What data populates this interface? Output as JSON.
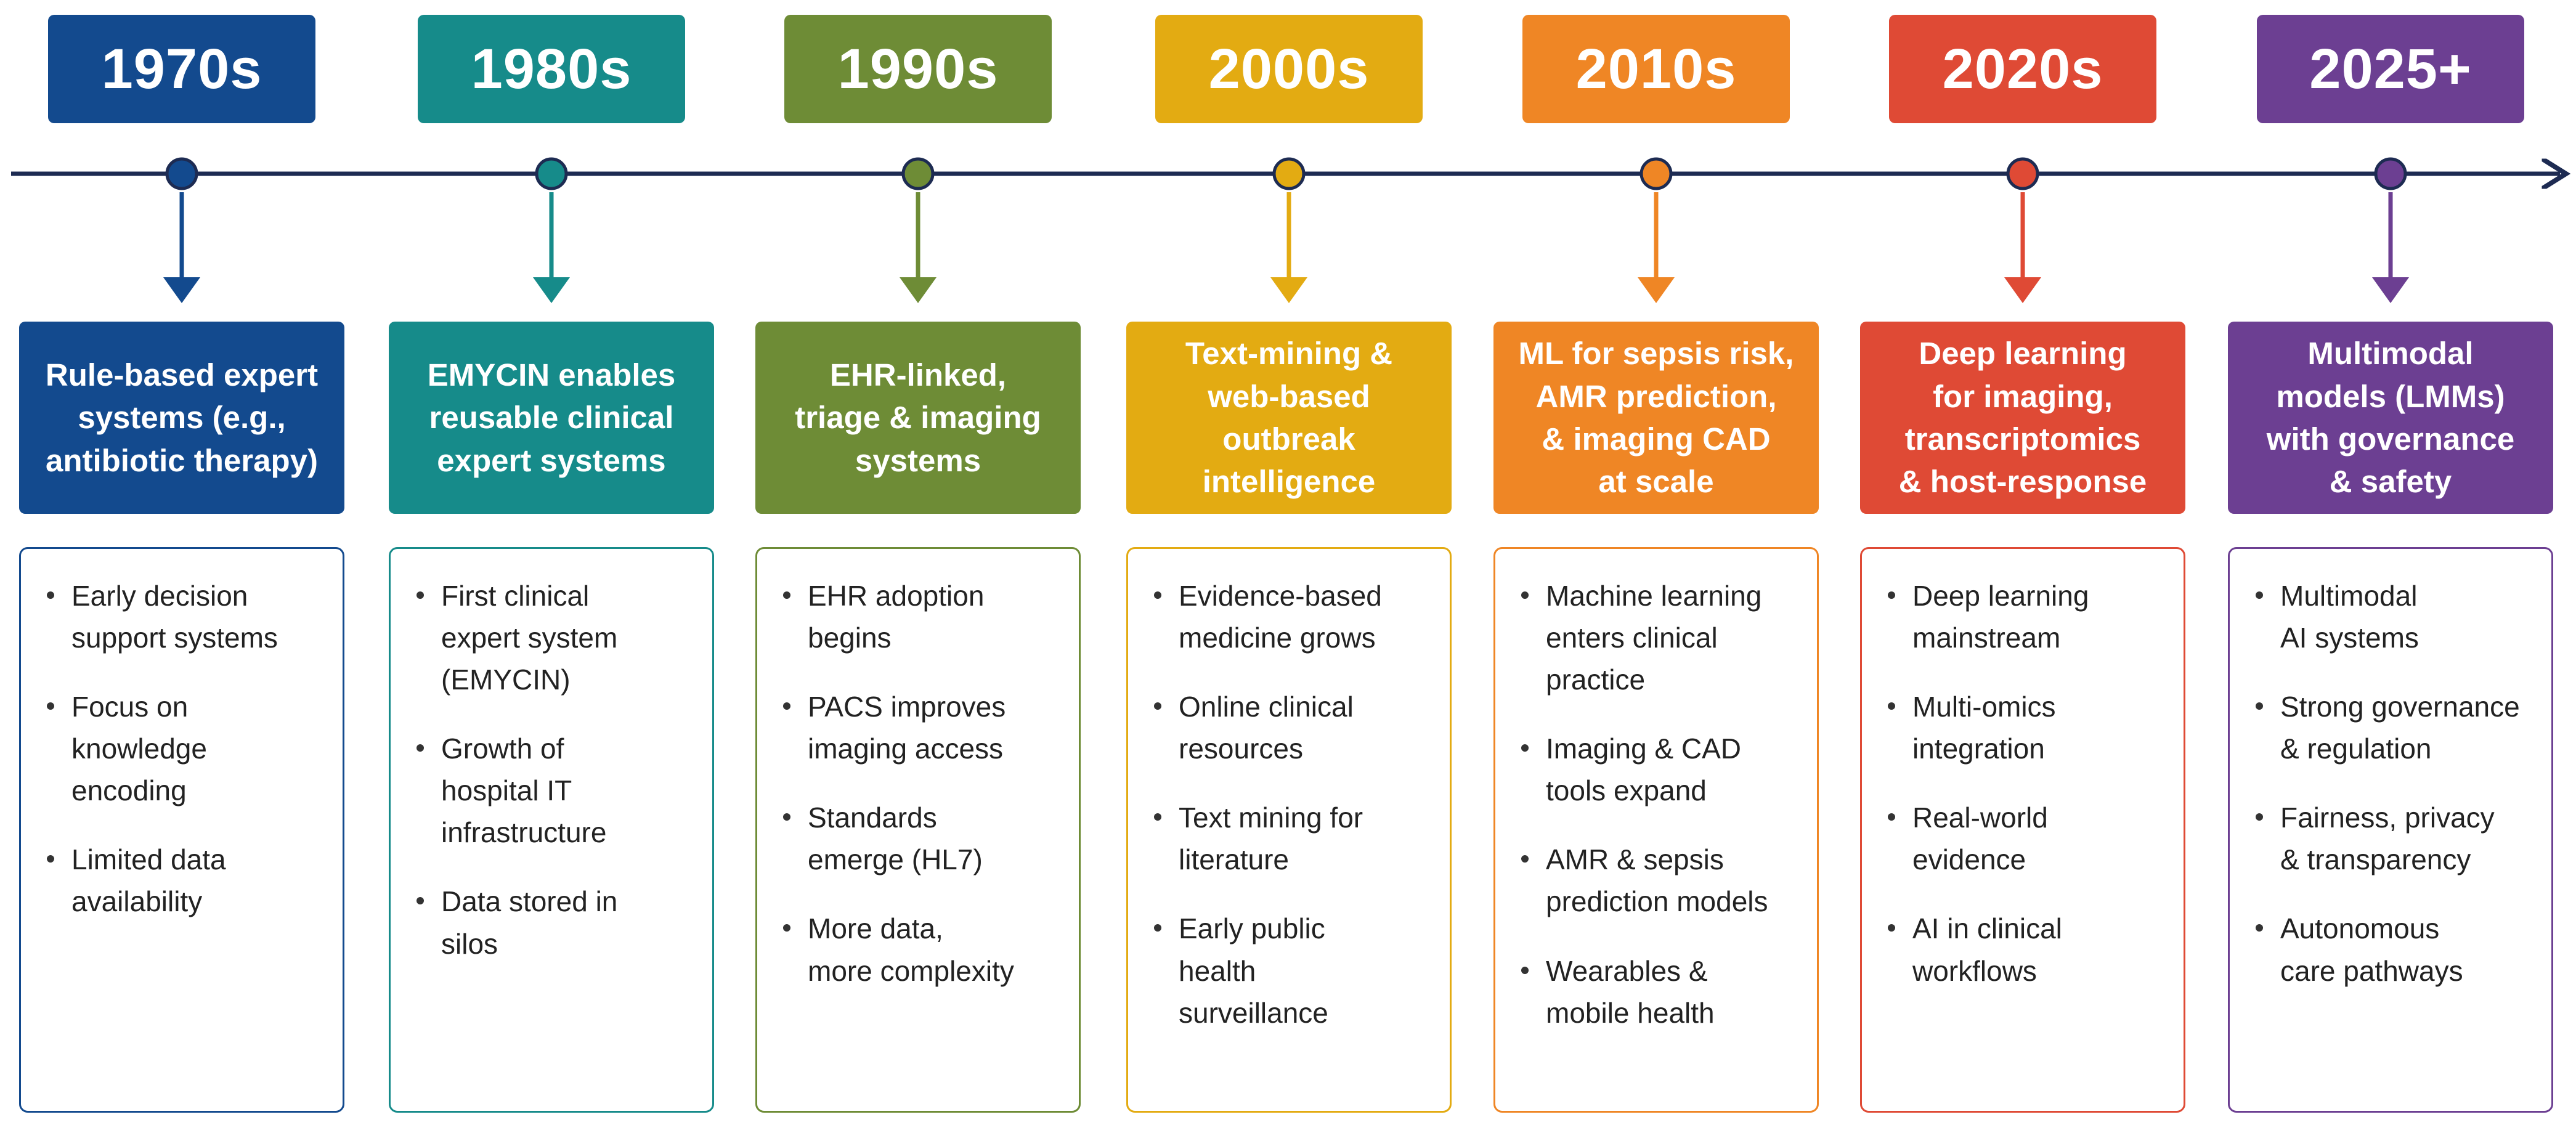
{
  "colors": {
    "axis": "#1d2b52"
  },
  "stages": [
    {
      "era": "1970s",
      "color": "#134a8e",
      "milestone": "Rule-based expert\nsystems (e.g.,\nantibiotic therapy)",
      "bullets": [
        "Early decision\nsupport systems",
        "Focus on\nknowledge\nencoding",
        "Limited data\navailability"
      ]
    },
    {
      "era": "1980s",
      "color": "#168b8a",
      "milestone": "EMYCIN enables\nreusable clinical\nexpert systems",
      "bullets": [
        "First clinical\nexpert system\n(EMYCIN)",
        "Growth of\nhospital IT\ninfrastructure",
        "Data stored in\nsilos"
      ]
    },
    {
      "era": "1990s",
      "color": "#6e8c36",
      "milestone": "EHR-linked,\ntriage & imaging\nsystems",
      "bullets": [
        "EHR adoption\nbegins",
        "PACS improves\nimaging access",
        "Standards\nemerge (HL7)",
        "More data,\nmore complexity"
      ]
    },
    {
      "era": "2000s",
      "color": "#e3ab12",
      "milestone": "Text-mining &\nweb-based\noutbreak\nintelligence",
      "bullets": [
        "Evidence-based\nmedicine grows",
        "Online clinical\nresources",
        "Text mining for\nliterature",
        "Early public\nhealth\nsurveillance"
      ]
    },
    {
      "era": "2010s",
      "color": "#ef8625",
      "milestone": "ML for sepsis risk,\nAMR prediction,\n& imaging CAD\nat scale",
      "bullets": [
        "Machine learning\nenters clinical\npractice",
        "Imaging & CAD\ntools expand",
        "AMR & sepsis\nprediction models",
        "Wearables &\nmobile health"
      ]
    },
    {
      "era": "2020s",
      "color": "#df4a35",
      "milestone": "Deep learning\nfor imaging,\ntranscriptomics\n& host-response",
      "bullets": [
        "Deep learning\nmainstream",
        "Multi-omics\nintegration",
        "Real-world\nevidence",
        "AI in clinical\nworkflows"
      ]
    },
    {
      "era": "2025+",
      "color": "#6c3f92",
      "milestone": "Multimodal\nmodels (LMMs)\nwith governance\n& safety",
      "bullets": [
        "Multimodal\nAI systems",
        "Strong governance\n& regulation",
        "Fairness, privacy\n& transparency",
        "Autonomous\ncare pathways"
      ]
    }
  ]
}
